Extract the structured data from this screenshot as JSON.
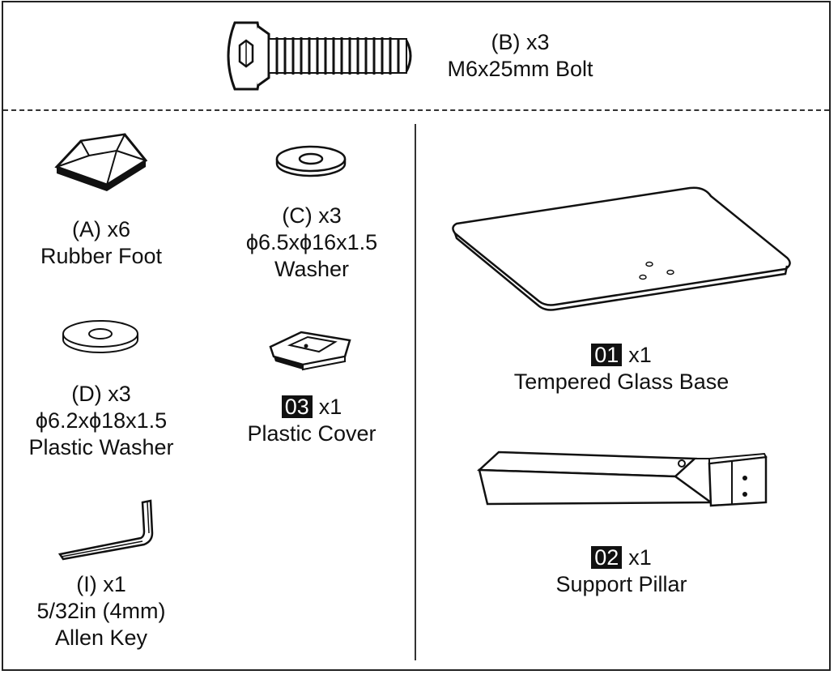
{
  "parts": {
    "bolt": {
      "line1": "(B)  x3",
      "line2": "M6x25mm Bolt"
    },
    "rubber_foot": {
      "line1": "(A) x6",
      "line2": "Rubber Foot"
    },
    "washer": {
      "line1": "(C) x3",
      "line2": "ϕ6.5xϕ16x1.5",
      "line3": "Washer"
    },
    "plastic_washer": {
      "line1": "(D) x3",
      "line2": "ϕ6.2xϕ18x1.5",
      "line3": "Plastic Washer"
    },
    "plastic_cover": {
      "tag": "03",
      "qty": "x1",
      "name": "Plastic Cover"
    },
    "allen_key": {
      "line1": "(I) x1",
      "line2": "5/32in (4mm)",
      "line3": "Allen Key"
    },
    "glass_base": {
      "tag": "01",
      "qty": "x1",
      "name": "Tempered Glass Base"
    },
    "support_pillar": {
      "tag": "02",
      "qty": "x1",
      "name": "Support Pillar"
    }
  }
}
